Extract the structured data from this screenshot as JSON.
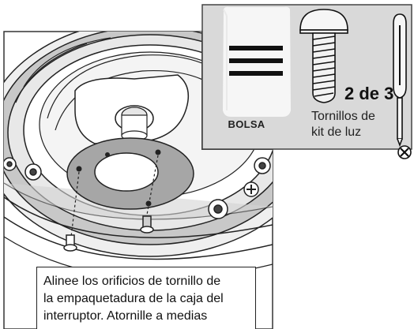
{
  "parts_panel": {
    "bag_label": "BOLSA",
    "screw_count": "2 de 3",
    "screw_name_lines": [
      "Tornillos de",
      "kit de luz"
    ]
  },
  "instruction": {
    "lines": [
      "Alinee los orificios de tornillo de",
      "la empaquetadura de la caja del",
      "interruptor. Atornille a medias"
    ]
  },
  "icons": [
    "bag-icon",
    "screw-icon",
    "screwdriver-icon",
    "phillips-head-icon"
  ],
  "colors": {
    "panel_background": "#d9d9d9",
    "gasket": "#a6a6a6",
    "housing_shading": "#c8c8c8",
    "line_art": "#222222"
  }
}
